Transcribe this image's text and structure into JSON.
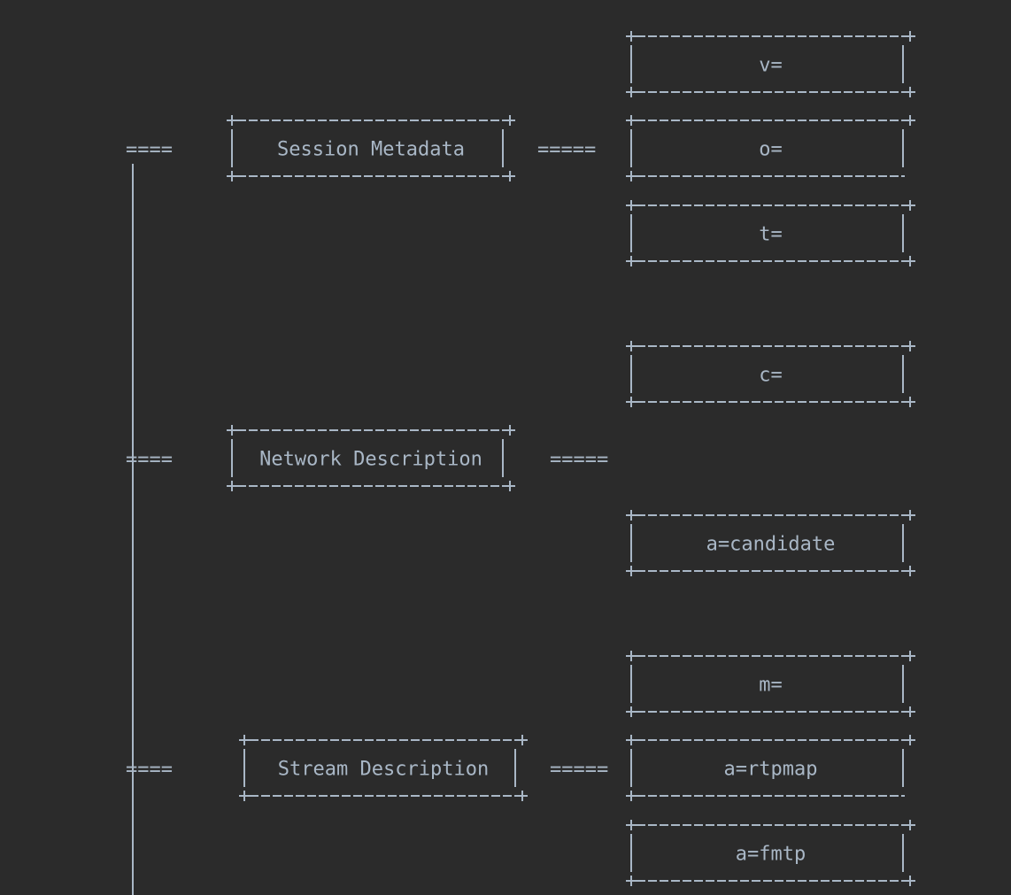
{
  "diagram": {
    "ascii_lines": [
      "                          +----------------------+",
      "                          |        v=            |",
      "                          +----------------------+",
      "         +---------------------+     +----------------------+",
      "====     |   Session Metadata  |  =====   |        o=            |",
      "|        +---------------------+     +-----------------------",
      "|                                         +----------------------+",
      "|                                         |        t=            |",
      "|                                         +----------------------+",
      "|",
      "|",
      "|                                         +----------------------+",
      "|                                         |        c=            |",
      "|                                         +----------------------+",
      "|        +---------------------+",
      "====     | Network Description |   =====",
      "|        +---------------------+",
      "|                                         +----------------------+",
      "|                                         |    a=candidate       |",
      "|                                         +----------------------+",
      "|",
      "|",
      "|                                         +----------------------+",
      "|                                         |        m=            |",
      "|                                         +----------------------+",
      "|         +---------------------+    +----------------------+",
      "====      | Stream Description  |  =====  |      a=rtpmap        |",
      "|         +---------------------+    +-----------------------",
      "|                                         +----------------------+",
      "|                                         |      a=fmtp          |",
      "|                                         +----------------------+",
      "|"
    ],
    "sections": {
      "session": "Session Metadata",
      "network": "Network Description",
      "stream": "Stream Description"
    },
    "fields": {
      "v": "v=",
      "o": "o=",
      "t": "t=",
      "c": "c=",
      "candidate": "a=candidate",
      "m": "m=",
      "rtpmap": "a=rtpmap",
      "fmtp": "a=fmtp"
    },
    "connectors": {
      "left": "====",
      "right": "====="
    }
  },
  "colors": {
    "background": "#2b2b2b",
    "text": "#a9b7c6"
  }
}
